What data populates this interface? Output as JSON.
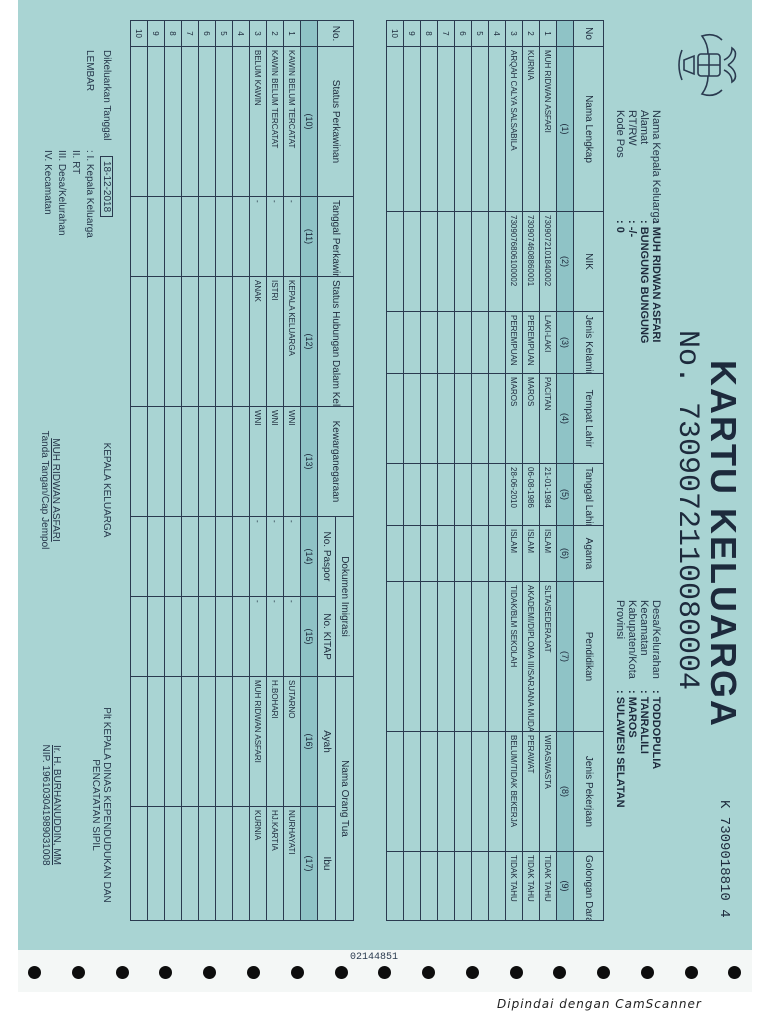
{
  "document": {
    "title": "KARTU KELUARGA",
    "number": "No. 7309072110080004",
    "serial": "K 7309018810 4",
    "emblem": "garuda-emblem"
  },
  "header_left": {
    "labels": [
      "Nama Kepala Keluarga",
      "Alamat",
      "RT/RW",
      "Kode Pos"
    ],
    "values": [
      ": MUH RIDWAN ASFARI",
      ": BUNGUNG BUNGUNG",
      ": -/-",
      ": 0"
    ]
  },
  "header_right": {
    "labels": [
      "Desa/Kelurahan",
      "Kecamatan",
      "Kabupaten/Kota",
      "Provinsi"
    ],
    "values": [
      ": TODDOPULIA",
      ": TANRALILI",
      ": MAROS",
      ": SULAWESI SELATAN"
    ]
  },
  "table1": {
    "headers": [
      "No",
      "Nama Lengkap",
      "NIK",
      "Jenis Kelamin",
      "Tempat Lahir",
      "Tanggal Lahir",
      "Agama",
      "Pendidikan",
      "Jenis Pekerjaan",
      "Golongan Darah"
    ],
    "numbers": [
      "",
      "(1)",
      "(2)",
      "(3)",
      "(4)",
      "(5)",
      "(6)",
      "(7)",
      "(8)",
      "(9)"
    ],
    "rows": [
      [
        "1",
        "MUH RIDWAN ASFARI",
        "7309072101840002",
        "LAKI-LAKI",
        "PACITAN",
        "21-01-1984",
        "ISLAM",
        "SLTA/SEDERAJAT",
        "WIRASWASTA",
        "TIDAK TAHU"
      ],
      [
        "2",
        "KURNIA",
        "7309074608860001",
        "PEREMPUAN",
        "MAROS",
        "06-08-1986",
        "ISLAM",
        "AKADEMI/DIPLOMA III/SARJANA MUDA",
        "PERAWAT",
        "TIDAK TAHU"
      ],
      [
        "3",
        "ARQAH CALYA SALSABILA",
        "7309076806100002",
        "PEREMPUAN",
        "MAROS",
        "28-06-2010",
        "ISLAM",
        "TIDAK/BLM SEKOLAH",
        "BELUM/TIDAK BEKERJA",
        "TIDAK TAHU"
      ],
      [
        "4",
        "",
        "",
        "",
        "",
        "",
        "",
        "",
        "",
        ""
      ],
      [
        "5",
        "",
        "",
        "",
        "",
        "",
        "",
        "",
        "",
        ""
      ],
      [
        "6",
        "",
        "",
        "",
        "",
        "",
        "",
        "",
        "",
        ""
      ],
      [
        "7",
        "",
        "",
        "",
        "",
        "",
        "",
        "",
        "",
        ""
      ],
      [
        "8",
        "",
        "",
        "",
        "",
        "",
        "",
        "",
        "",
        ""
      ],
      [
        "9",
        "",
        "",
        "",
        "",
        "",
        "",
        "",
        "",
        ""
      ],
      [
        "10",
        "",
        "",
        "",
        "",
        "",
        "",
        "",
        "",
        ""
      ]
    ]
  },
  "table2": {
    "headers": [
      "No.",
      "Status Perkawinan",
      "Tanggal Perkawinan",
      "Status Hubungan Dalam Keluarga",
      "Kewarganegaraan",
      "No. Paspor",
      "No. KITAP",
      "Ayah",
      "Ibu"
    ],
    "group_dokumen": "Dokumen Imigrasi",
    "group_orangtua": "Nama Orang Tua",
    "numbers": [
      "",
      "(10)",
      "(11)",
      "(12)",
      "(13)",
      "(14)",
      "(15)",
      "(16)",
      "(17)"
    ],
    "rows": [
      [
        "1",
        "KAWIN BELUM TERCATAT",
        "-",
        "KEPALA KELUARGA",
        "WNI",
        "-",
        "-",
        "SUTARNO",
        "NURHAYATI"
      ],
      [
        "2",
        "KAWIN BELUM TERCATAT",
        "-",
        "ISTRI",
        "WNI",
        "-",
        "-",
        "H.BOHARI",
        "HJ.KARTIA"
      ],
      [
        "3",
        "BELUM KAWIN",
        "-",
        "ANAK",
        "WNI",
        "-",
        "-",
        "MUH RIDWAN ASFARI",
        "KURNIA"
      ],
      [
        "4",
        "",
        "",
        "",
        "",
        "",
        "",
        "",
        ""
      ],
      [
        "5",
        "",
        "",
        "",
        "",
        "",
        "",
        "",
        ""
      ],
      [
        "6",
        "",
        "",
        "",
        "",
        "",
        "",
        "",
        ""
      ],
      [
        "7",
        "",
        "",
        "",
        "",
        "",
        "",
        "",
        ""
      ],
      [
        "8",
        "",
        "",
        "",
        "",
        "",
        "",
        "",
        ""
      ],
      [
        "9",
        "",
        "",
        "",
        "",
        "",
        "",
        "",
        ""
      ],
      [
        "10",
        "",
        "",
        "",
        "",
        "",
        "",
        "",
        ""
      ]
    ]
  },
  "footer": {
    "issued_label": "Dikeluarkan Tanggal",
    "issued_date": "18-12-2018",
    "lembar_label": "LEMBAR",
    "lembar": [
      ": I.   Kepala Keluarga",
      "   II.  RT",
      "   III. Desa/Kelurahan",
      "   IV.  Kecamatan"
    ],
    "kepala_title": "KEPALA KELUARGA",
    "kepala_name": "MUH RIDWAN ASFARI",
    "kepala_sub": "Tanda Tangan/Cap Jempol",
    "dinas_title1": "Plt KEPALA DINAS KEPENDUDUKAN DAN",
    "dinas_title2": "PENCATATAN SIPIL",
    "dinas_name": "Ir. H. BURHANUDDIN, MM",
    "dinas_nip": "NIP. 196103041989031008"
  },
  "paper_stamp": "02144851",
  "scanner_watermark": "Dipindai dengan CamScanner"
}
